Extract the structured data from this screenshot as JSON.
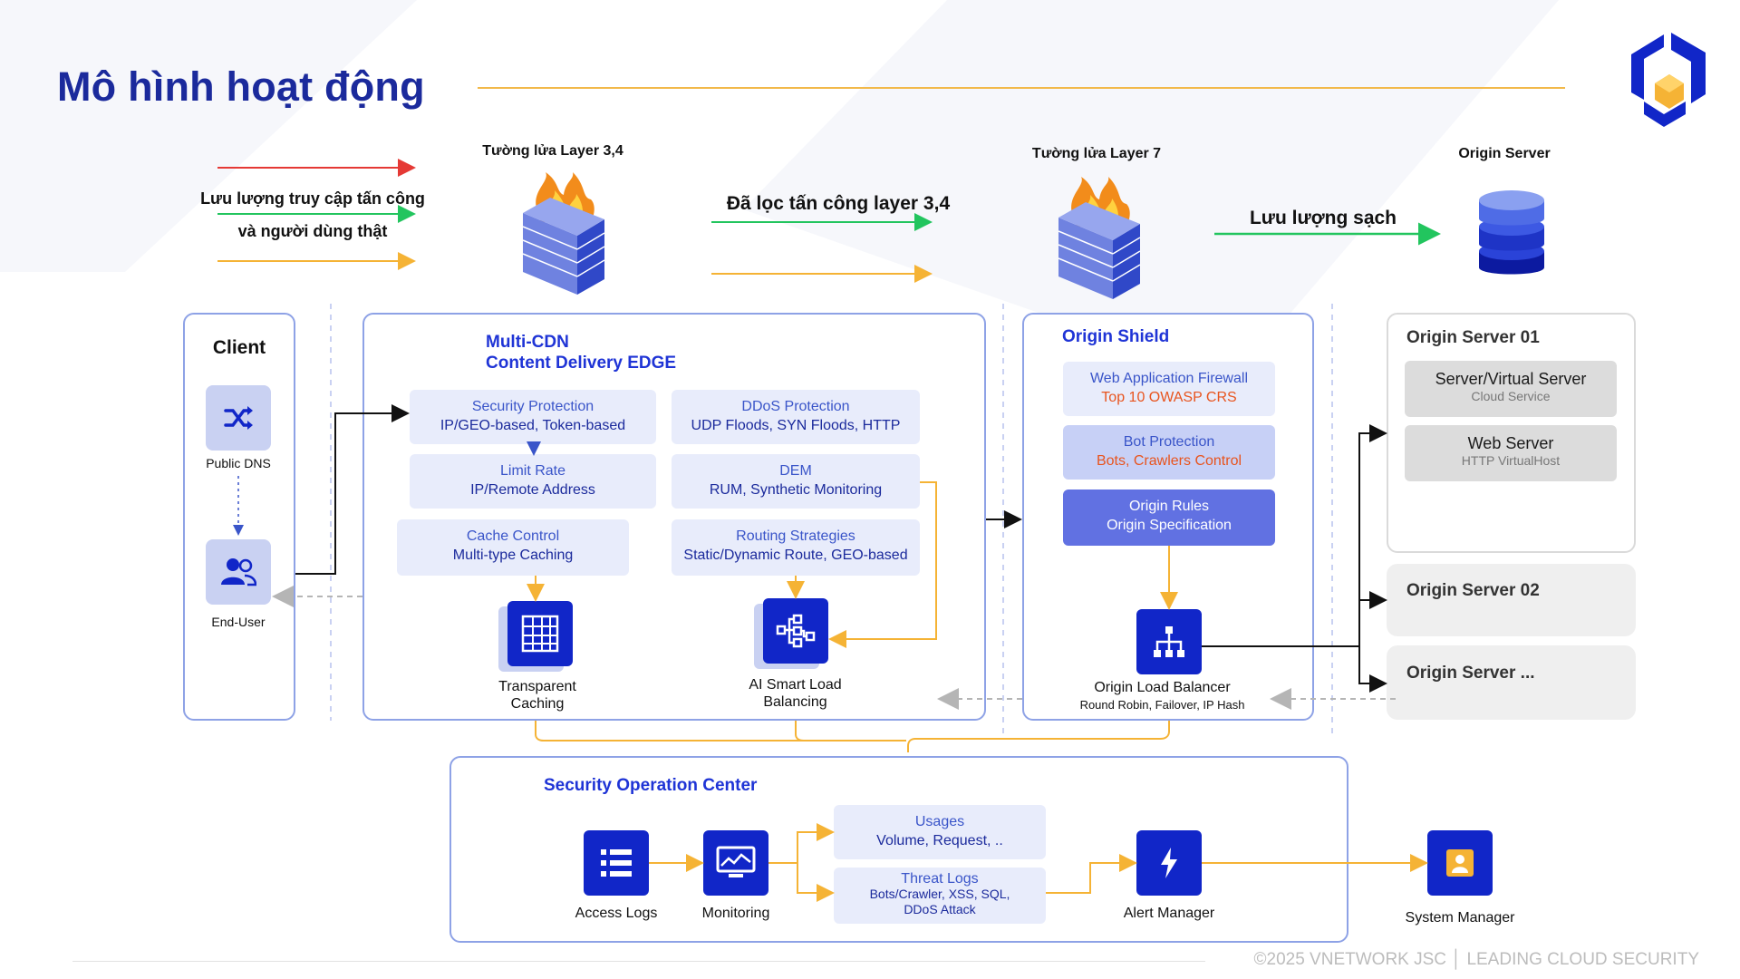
{
  "title": "Mô hình hoạt động",
  "legend": {
    "line1": "Lưu lượng truy cập tấn công",
    "line2": "và người dùng thật"
  },
  "headers": {
    "firewall_l34": "Tường lửa Layer 3,4",
    "firewall_l7": "Tường lửa Layer 7",
    "origin_server": "Origin Server"
  },
  "flow_labels": {
    "filtered": "Đã lọc tấn công layer 3,4",
    "clean": "Lưu lượng sạch"
  },
  "client": {
    "title": "Client",
    "dns_label": "Public DNS",
    "user_label": "End-User"
  },
  "cdn": {
    "title_line1": "Multi-CDN",
    "title_line2": "Content Delivery EDGE",
    "boxes": [
      {
        "l1": "Security Protection",
        "l2": "IP/GEO-based, Token-based"
      },
      {
        "l1": "DDoS Protection",
        "l2": "UDP Floods, SYN Floods, HTTP"
      },
      {
        "l1": "Limit Rate",
        "l2": "IP/Remote Address"
      },
      {
        "l1": "DEM",
        "l2": "RUM, Synthetic Monitoring"
      },
      {
        "l1": "Cache Control",
        "l2": "Multi-type Caching"
      },
      {
        "l1": "Routing Strategies",
        "l2": "Static/Dynamic Route, GEO-based"
      }
    ],
    "caching_label_1": "Transparent",
    "caching_label_2": "Caching",
    "lb_label_1": "AI Smart Load",
    "lb_label_2": "Balancing"
  },
  "shield": {
    "title": "Origin Shield",
    "boxes": [
      {
        "l1": "Web Application Firewall",
        "l2": "Top 10 OWASP CRS"
      },
      {
        "l1": "Bot Protection",
        "l2": "Bots, Crawlers Control"
      },
      {
        "l1": "Origin Rules",
        "l2": "Origin Specification"
      }
    ],
    "olb_label": "Origin Load Balancer",
    "olb_sub": "Round Robin, Failover, IP Hash"
  },
  "origins": {
    "server01_title": "Origin Server 01",
    "server01_items": [
      {
        "main": "Server/Virtual Server",
        "sub": "Cloud Service"
      },
      {
        "main": "Web Server",
        "sub": "HTTP VirtualHost"
      }
    ],
    "server02_title": "Origin Server 02",
    "server03_title": "Origin Server ..."
  },
  "soc": {
    "title": "Security Operation Center",
    "access_logs": "Access Logs",
    "monitoring": "Monitoring",
    "usages_l1": "Usages",
    "usages_l2": "Volume, Request, ..",
    "threat_l1": "Threat Logs",
    "threat_l2": "Bots/Crawler, XSS, SQL,",
    "threat_l3": "DDoS Attack",
    "alert_manager": "Alert Manager",
    "system_manager": "System Manager"
  },
  "footer": "©2025 VNETWORK JSC │ LEADING CLOUD SECURITY",
  "colors": {
    "primary": "#1126c8",
    "title": "#1b2a9c",
    "accent_orange": "#f5b335",
    "attack_red": "#e53935",
    "clean_green": "#22c55e",
    "panel_border": "#8ea2e6"
  }
}
